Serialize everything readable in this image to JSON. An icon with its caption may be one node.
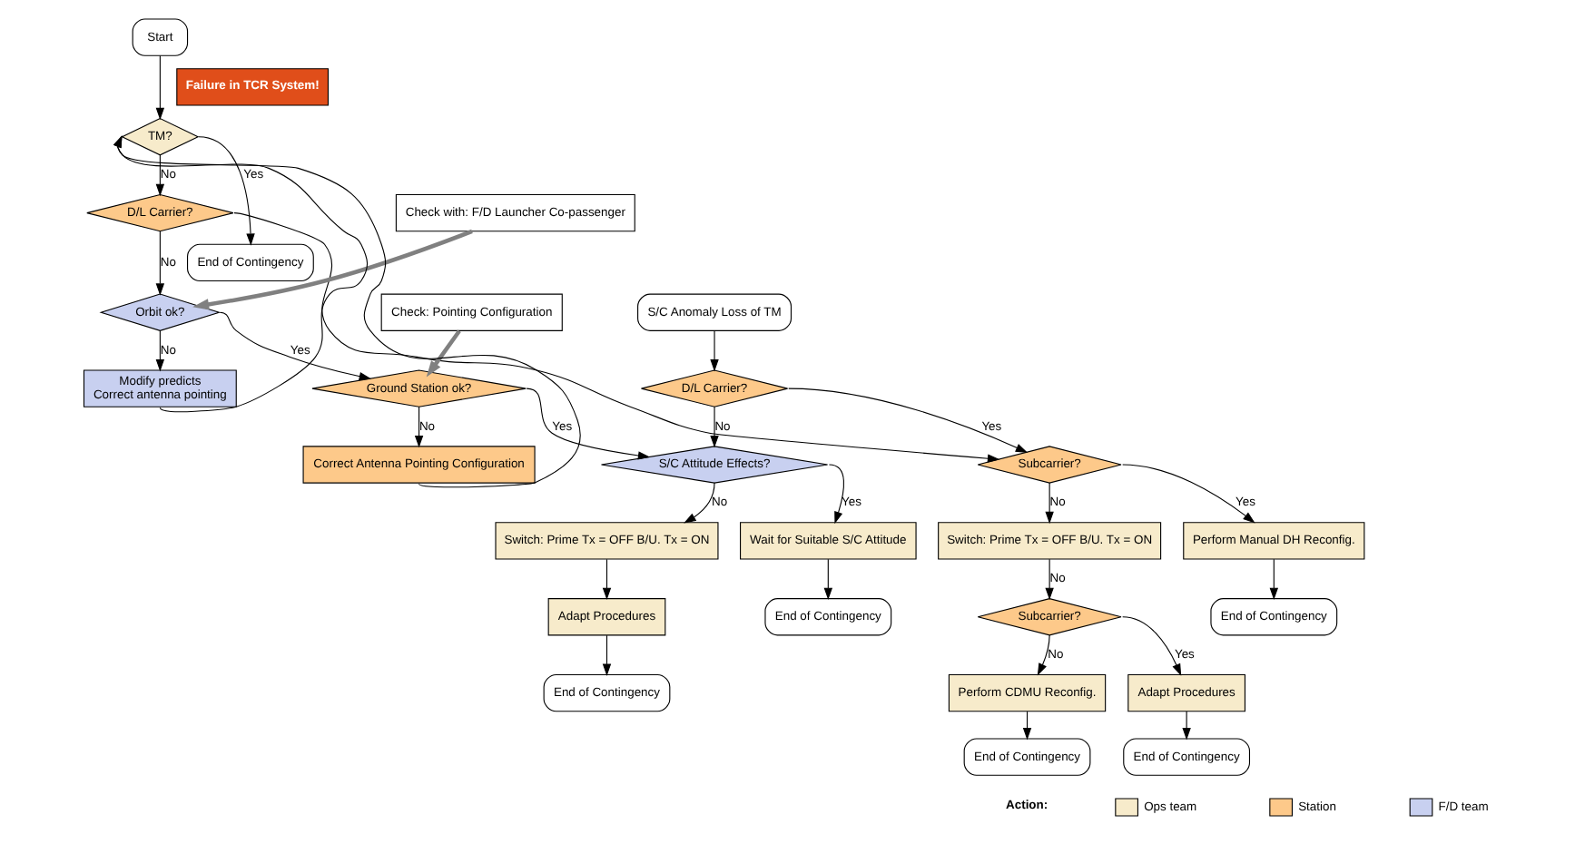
{
  "diagram": {
    "nodes": [
      {
        "text": [
          "Start"
        ]
      },
      {
        "text": [
          "TM?"
        ]
      },
      {
        "text": [
          "End of Contingency"
        ]
      },
      {
        "text": [
          "D/L Carrier?"
        ]
      },
      {
        "text": [
          "Check with: F/D Launcher Co-passenger"
        ]
      },
      {
        "text": [
          "Orbit ok?"
        ]
      },
      {
        "text": [
          "Check: Pointing Configuration"
        ]
      },
      {
        "text": [
          "Ground Station ok?"
        ]
      },
      {
        "text": [
          "Modify predicts",
          "Correct antenna pointing"
        ]
      },
      {
        "text": [
          "Correct Antenna Pointing Configuration"
        ]
      },
      {
        "text": [
          "S/C Anomaly Loss of TM"
        ]
      },
      {
        "text": [
          "D/L Carrier?"
        ]
      },
      {
        "text": [
          "S/C Attitude Effects?"
        ]
      },
      {
        "text": [
          "Wait for Suitable S/C Attitude"
        ]
      },
      {
        "text": [
          "End of Contingency"
        ]
      },
      {
        "text": [
          "Switch: Prime Tx = OFF B/U. Tx = ON"
        ]
      },
      {
        "text": [
          "Adapt Procedures"
        ]
      },
      {
        "text": [
          "End of Contingency"
        ]
      },
      {
        "text": [
          "Subcarrier?"
        ]
      },
      {
        "text": [
          "Perform Manual DH Reconfig."
        ]
      },
      {
        "text": [
          "End of Contingency"
        ]
      },
      {
        "text": [
          "Switch: Prime Tx = OFF B/U. Tx = ON"
        ]
      },
      {
        "text": [
          "Subcarrier?"
        ]
      },
      {
        "text": [
          "Adapt Procedures"
        ]
      },
      {
        "text": [
          "End of Contingency"
        ]
      },
      {
        "text": [
          "Perform CDMU Reconfig."
        ]
      },
      {
        "text": [
          "End of Contingency"
        ]
      },
      {
        "text": [
          "Failure in TCR System!"
        ]
      }
    ],
    "edges": [
      {
        "from": 0,
        "to": 1,
        "arrow": "to"
      },
      {
        "from": 1,
        "to": 2,
        "arrow": "to",
        "label": "Yes"
      },
      {
        "from": 1,
        "to": 3,
        "arrow": "to",
        "label": "No"
      },
      {
        "from": 3,
        "to": 18,
        "arrow": "to"
      },
      {
        "from": 3,
        "to": 5,
        "arrow": "to",
        "label": "No"
      },
      {
        "from": 4,
        "to": 5,
        "arrow": "to",
        "style": "thick",
        "color": "#808080"
      },
      {
        "from": 5,
        "to": 7,
        "arrow": "to",
        "label": "Yes"
      },
      {
        "from": 5,
        "to": 8,
        "arrow": "to",
        "label": "No"
      },
      {
        "from": 6,
        "to": 7,
        "arrow": "to",
        "style": "thick",
        "color": "#808080"
      },
      {
        "from": 7,
        "to": 12,
        "arrow": "to",
        "label": "Yes"
      },
      {
        "from": 7,
        "to": 9,
        "arrow": "to",
        "label": "No"
      },
      {
        "from": 8,
        "to": 1,
        "arrow": "to"
      },
      {
        "from": 9,
        "to": 1,
        "arrow": "to"
      },
      {
        "from": 10,
        "to": 11,
        "arrow": "to"
      },
      {
        "from": 11,
        "to": 18,
        "arrow": "to",
        "label": "Yes"
      },
      {
        "from": 11,
        "to": 12,
        "arrow": "to",
        "label": "No"
      },
      {
        "from": 12,
        "to": 13,
        "arrow": "to",
        "label": "Yes"
      },
      {
        "from": 12,
        "to": 15,
        "arrow": "to",
        "label": "No"
      },
      {
        "from": 13,
        "to": 14,
        "arrow": "to"
      },
      {
        "from": 15,
        "to": 16,
        "arrow": "to"
      },
      {
        "from": 16,
        "to": 17,
        "arrow": "to"
      },
      {
        "from": 18,
        "to": 19,
        "arrow": "to",
        "label": "Yes"
      },
      {
        "from": 18,
        "to": 21,
        "arrow": "to",
        "label": "No"
      },
      {
        "from": 19,
        "to": 20,
        "arrow": "to"
      },
      {
        "from": 21,
        "to": 22,
        "arrow": "to",
        "label": "No"
      },
      {
        "from": 22,
        "to": 23,
        "arrow": "to",
        "label": "Yes"
      },
      {
        "from": 22,
        "to": 25,
        "arrow": "to",
        "label": "No"
      },
      {
        "from": 23,
        "to": 24,
        "arrow": "to"
      },
      {
        "from": 25,
        "to": 26,
        "arrow": "to"
      }
    ],
    "labels": [
      "Action:"
    ],
    "legend": [
      {
        "text": "Ops team",
        "color": "#f7ebcb"
      },
      {
        "text": "Station",
        "color": "#fdc98a"
      },
      {
        "text": "F/D team",
        "color": "#c8d0f0"
      }
    ]
  }
}
